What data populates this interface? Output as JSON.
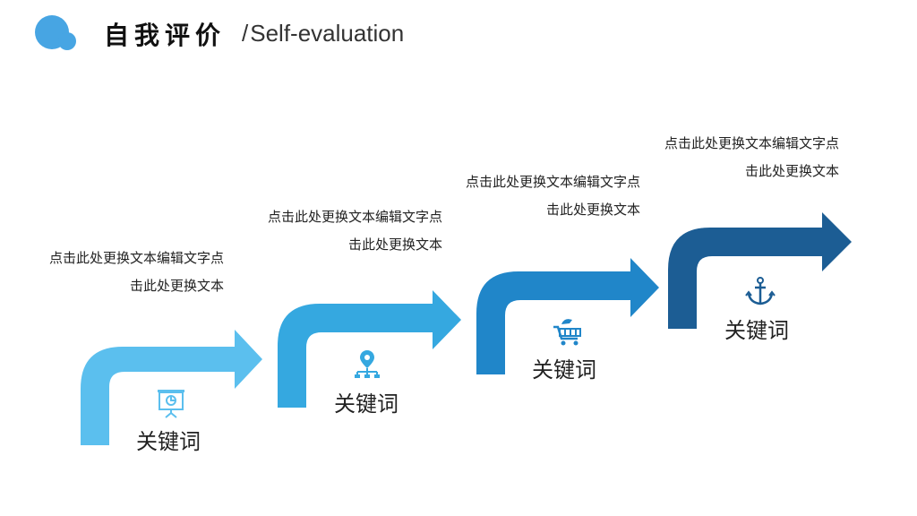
{
  "header": {
    "title_cn": "自我评价",
    "slash": "/",
    "title_en": "Self-evaluation"
  },
  "colors": {
    "logo": "#47a5e3",
    "step1": "#5bbfee",
    "step2": "#35a8e0",
    "step3": "#2086c9",
    "step4": "#1c5d94"
  },
  "steps": [
    {
      "desc_line1": "点击此处更换文本编辑文字点",
      "desc_line2": "击此处更换文本",
      "keyword": "关键词",
      "icon": "presentation-board-icon"
    },
    {
      "desc_line1": "点击此处更换文本编辑文字点",
      "desc_line2": "击此处更换文本",
      "keyword": "关键词",
      "icon": "location-network-icon"
    },
    {
      "desc_line1": "点击此处更换文本编辑文字点",
      "desc_line2": "击此处更换文本",
      "keyword": "关键词",
      "icon": "shopping-cart-icon"
    },
    {
      "desc_line1": "点击此处更换文本编辑文字点",
      "desc_line2": "击此处更换文本",
      "keyword": "关键词",
      "icon": "anchor-icon"
    }
  ]
}
